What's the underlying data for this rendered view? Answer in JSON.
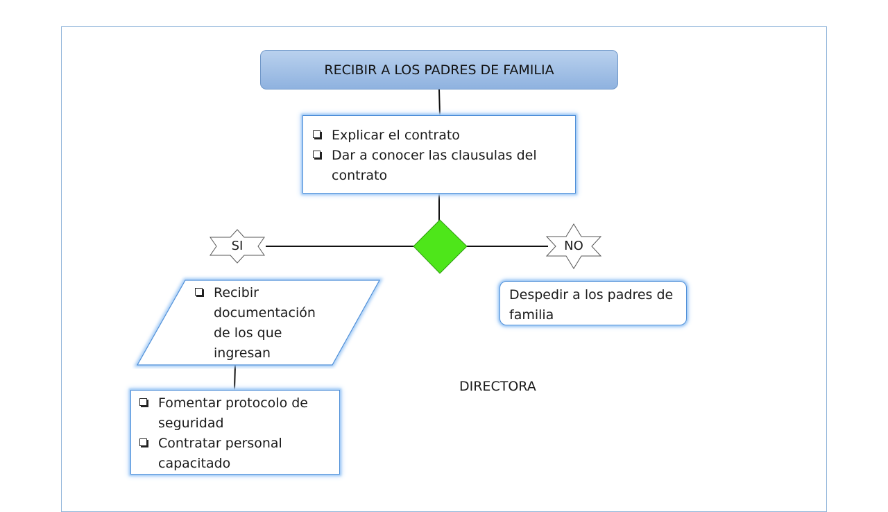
{
  "title": "RECIBIR A LOS PADRES DE FAMILIA",
  "step_explain": {
    "items": [
      "Explicar el contrato",
      "Dar a conocer las clausulas del contrato"
    ]
  },
  "branch_yes": "SI",
  "branch_no": "NO",
  "step_receive": {
    "items": [
      "Recibir documentación de los que ingresan"
    ]
  },
  "step_dismiss": "Despedir a los padres de familia",
  "step_security": {
    "items": [
      "Fomentar protocolo de seguridad",
      "Contratar personal capacitado"
    ]
  },
  "role_label": "DIRECTORA",
  "colors": {
    "frame": "#8fb4d9",
    "title_fill": "#9fc0e6",
    "glow": "#9ec8f5",
    "decision": "#4ee61a"
  }
}
